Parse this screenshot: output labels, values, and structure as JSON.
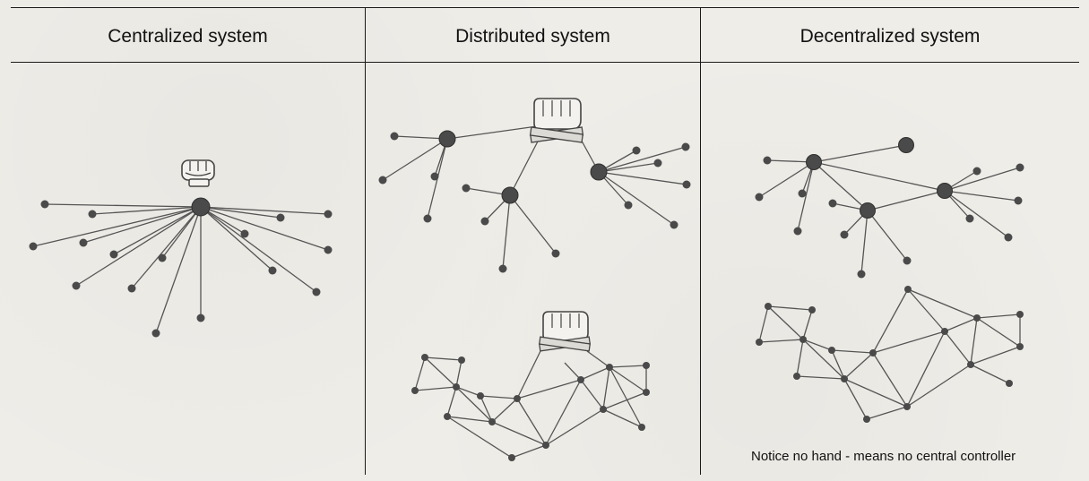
{
  "columns": [
    {
      "title": "Centralized system"
    },
    {
      "title": "Distributed system"
    },
    {
      "title": "Decentralized system"
    }
  ],
  "note": "Notice no hand - means no central controller",
  "icons": [
    "fist-icon",
    "hand-icon",
    "hand-icon"
  ],
  "colors": {
    "background": "#efede8",
    "node": "#4a4a4a",
    "edge": "#555555"
  }
}
